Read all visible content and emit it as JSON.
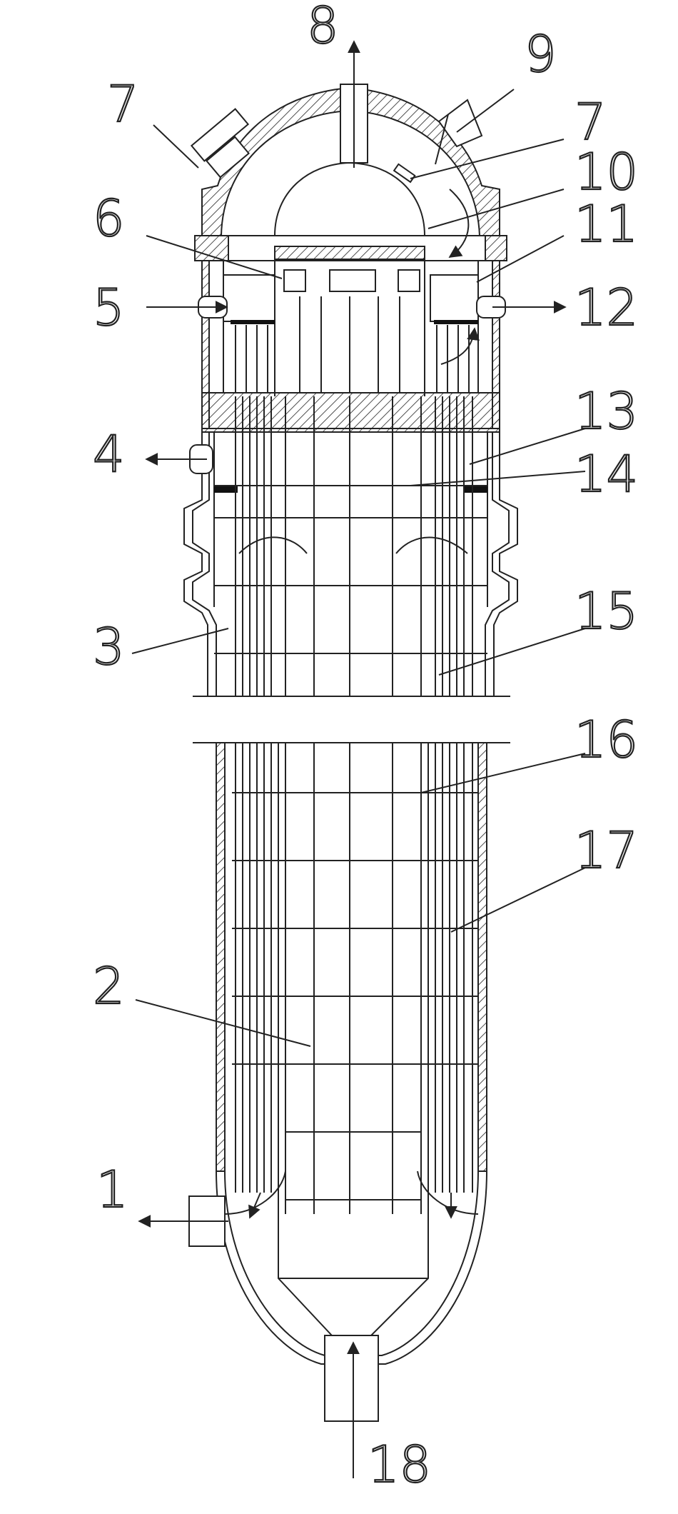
{
  "labels": {
    "l1": "1",
    "l2": "2",
    "l3": "3",
    "l4": "4",
    "l5": "5",
    "l6": "6",
    "l7a": "7",
    "l7b": "7",
    "l8": "8",
    "l9": "9",
    "l10": "10",
    "l11": "11",
    "l12": "12",
    "l13": "13",
    "l14": "14",
    "l15": "15",
    "l16": "16",
    "l17": "17",
    "l18": "18"
  },
  "colors": {
    "line": "#222222",
    "background": "#ffffff",
    "seal": "#111111"
  }
}
